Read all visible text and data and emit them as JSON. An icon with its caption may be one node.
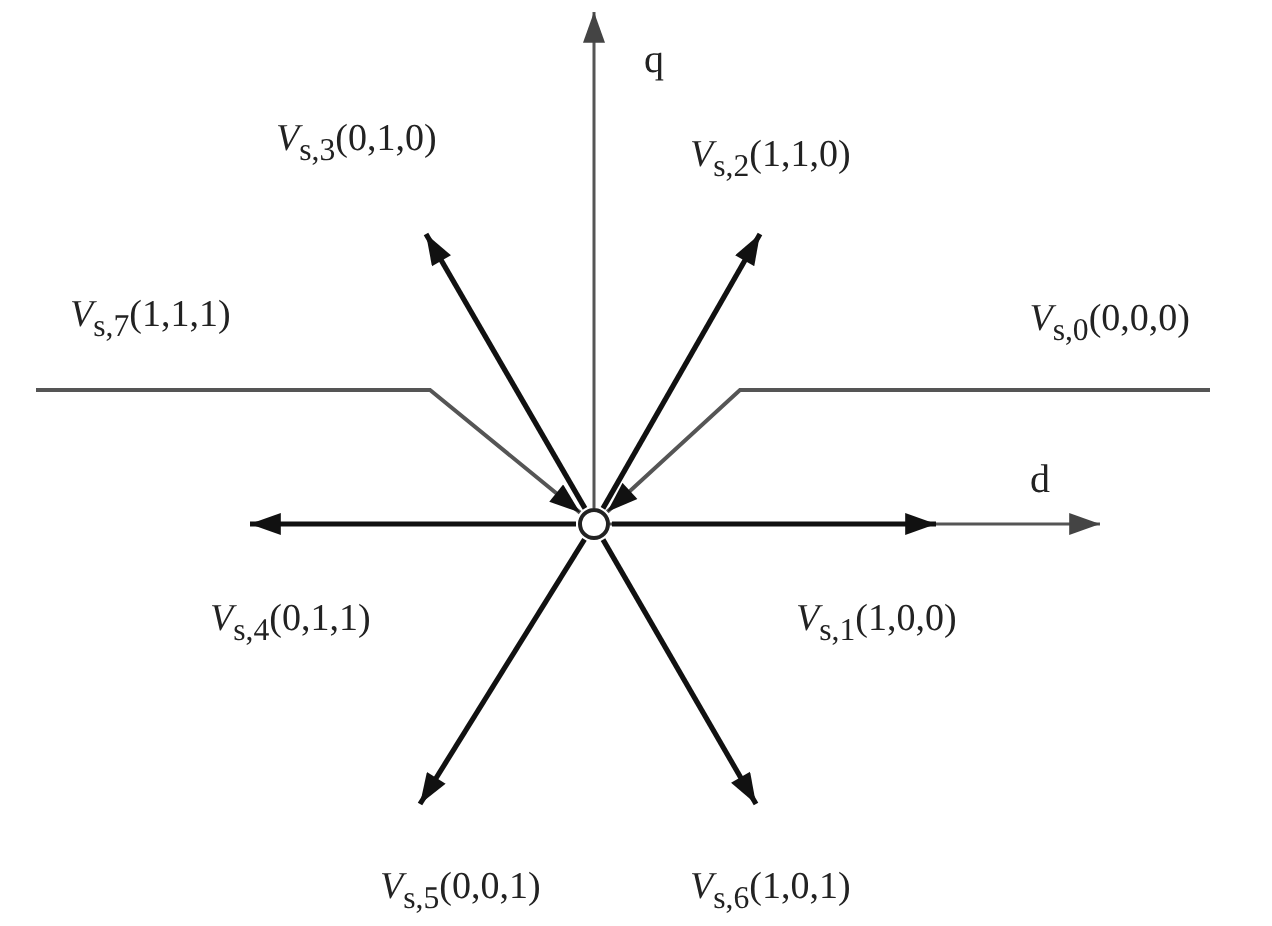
{
  "diagram": {
    "nodes": [
      {
        "text": [
          "*V*$_{s,3}$(0,1,0)"
        ]
      },
      {
        "text": [
          "*V*$_{s,2}$(1,1,0)"
        ]
      },
      {
        "text": [
          "*V*$_{s,7}$(1,1,1)"
        ]
      },
      {
        "text": [
          "*V*$_{s,0}$(0,0,0)"
        ]
      },
      {
        "text": [],
        "shape": "circle"
      },
      {
        "text": [
          "*V*$_{s,4}$(0,1,1)"
        ]
      },
      {
        "text": [
          "*V*$_{s,1}$(1,0,0)"
        ]
      },
      {
        "text": [
          "*V*$_{s,5}$(0,0,1)"
        ]
      },
      {
        "text": [
          "*V*$_{s,6}$(1,0,1)"
        ]
      }
    ],
    "edges": [
      {
        "from": 4,
        "to": 0,
        "arrow": "to"
      },
      {
        "from": 4,
        "to": 1,
        "arrow": "to"
      },
      {
        "from": 2,
        "to": 4,
        "arrow": "to",
        "color": "#555555"
      },
      {
        "from": 3,
        "to": 4,
        "arrow": "to",
        "color": "#555555"
      },
      {
        "from": 4,
        "to": 5,
        "arrow": "to"
      },
      {
        "from": 4,
        "to": 6,
        "arrow": "to"
      },
      {
        "from": 4,
        "to": 7,
        "arrow": "to"
      },
      {
        "from": 4,
        "to": 8,
        "arrow": "to"
      }
    ],
    "labels": [
      "q",
      "d"
    ]
  }
}
